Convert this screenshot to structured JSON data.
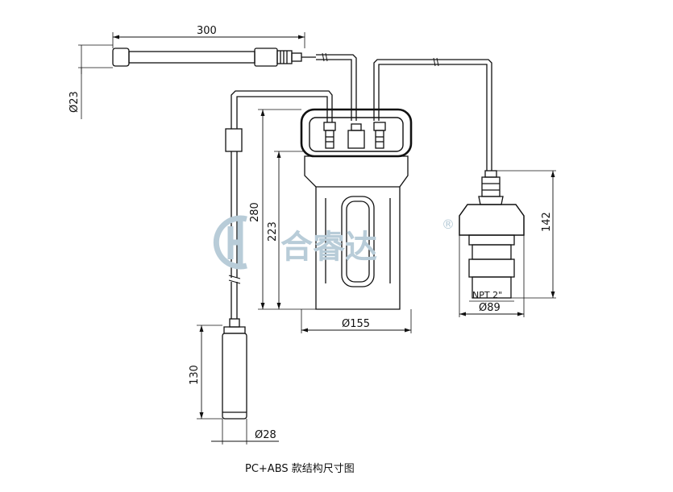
{
  "dimensions": {
    "cable_length": "300",
    "cable_diameter": "Ø23",
    "controller_height_total": "280",
    "controller_height_body": "223",
    "controller_diameter": "Ø155",
    "probe_height": "130",
    "probe_diameter": "Ø28",
    "sensor_height": "142",
    "sensor_diameter": "Ø89",
    "sensor_thread": "NPT 2\""
  },
  "watermark": {
    "text": "合睿达",
    "registered": "®",
    "logo_color": "#b8ccd8"
  },
  "caption": "PC+ABS 款结构尺寸图",
  "colors": {
    "line": "#111111",
    "watermark": "#b8ccd8"
  }
}
